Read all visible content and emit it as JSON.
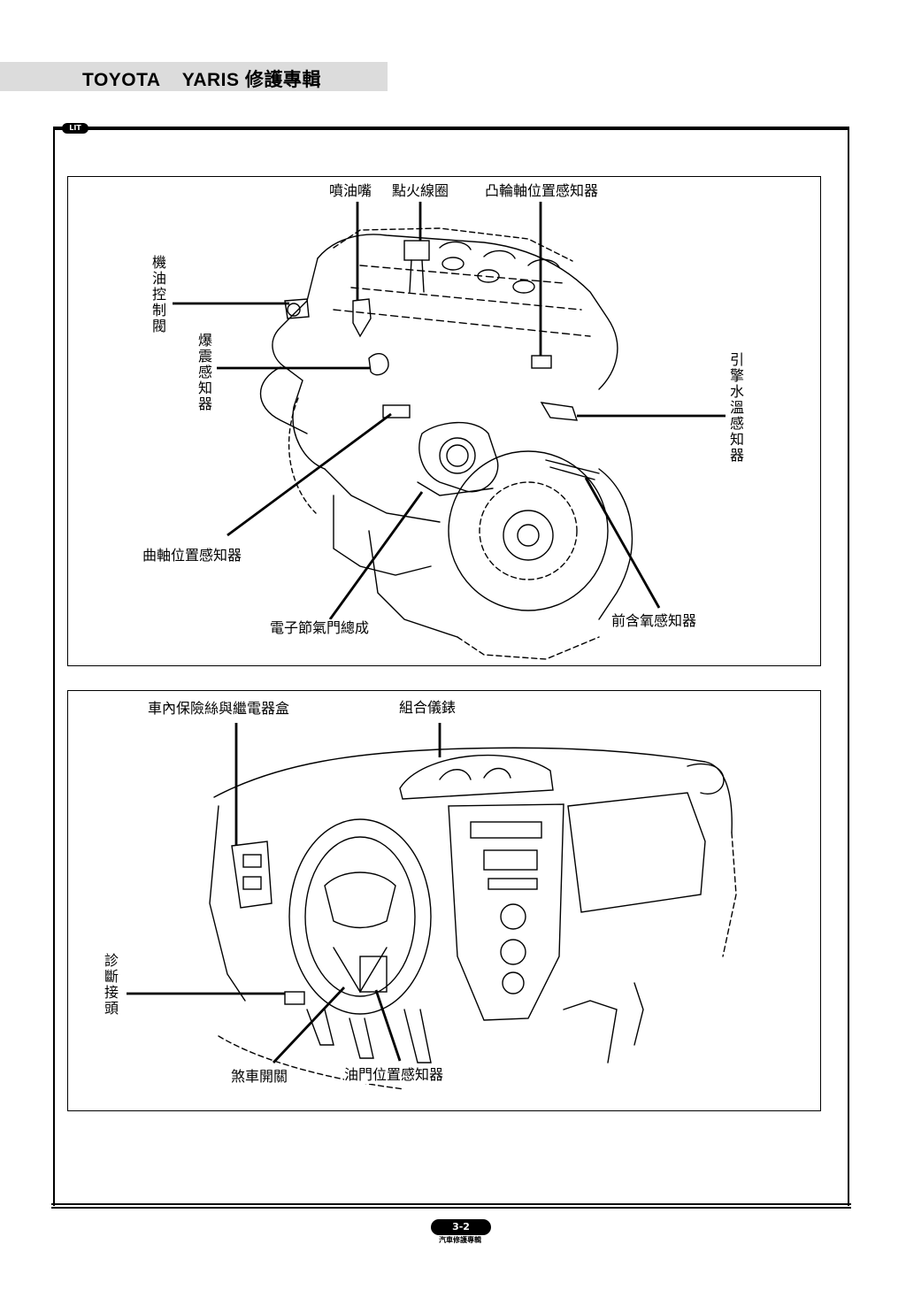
{
  "header": {
    "title": "TOYOTA    YARIS 修護專輯"
  },
  "logo": {
    "text": "LIT"
  },
  "engine_panel": {
    "labels": {
      "injector": "噴油嘴",
      "ignition_coil": "點火線圈",
      "camshaft_sensor": "凸輪軸位置感知器",
      "oil_control_valve": "機油控制閥",
      "knock_sensor": "爆震感知器",
      "coolant_temp_sensor": "引擎水溫感知器",
      "crankshaft_sensor": "曲軸位置感知器",
      "electronic_throttle": "電子節氣門總成",
      "front_o2_sensor": "前含氧感知器"
    }
  },
  "dash_panel": {
    "labels": {
      "fuse_relay_box": "車內保險絲與繼電器盒",
      "instrument_cluster": "組合儀錶",
      "diagnostic_connector": "診斷接頭",
      "brake_switch": "煞車開關",
      "accelerator_sensor": "油門位置感知器"
    }
  },
  "footer": {
    "page_number": "3-2",
    "publisher": "汽車修護專輯"
  }
}
